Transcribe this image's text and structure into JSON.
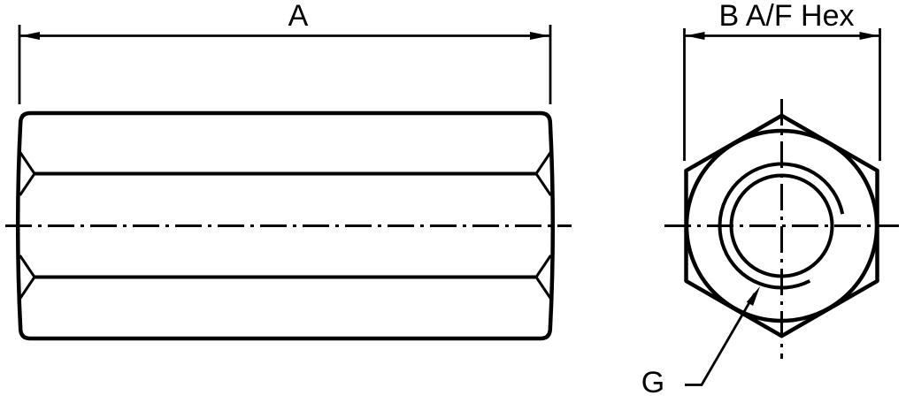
{
  "drawing": {
    "type": "engineering-drawing",
    "subject": "hex coupling nut, side view and end view",
    "dimension_a": {
      "label": "A"
    },
    "dimension_b": {
      "label": "B A/F Hex"
    },
    "thread_callout": {
      "label": "G"
    },
    "colors": {
      "lines": "#000000",
      "background": "#ffffff"
    }
  }
}
